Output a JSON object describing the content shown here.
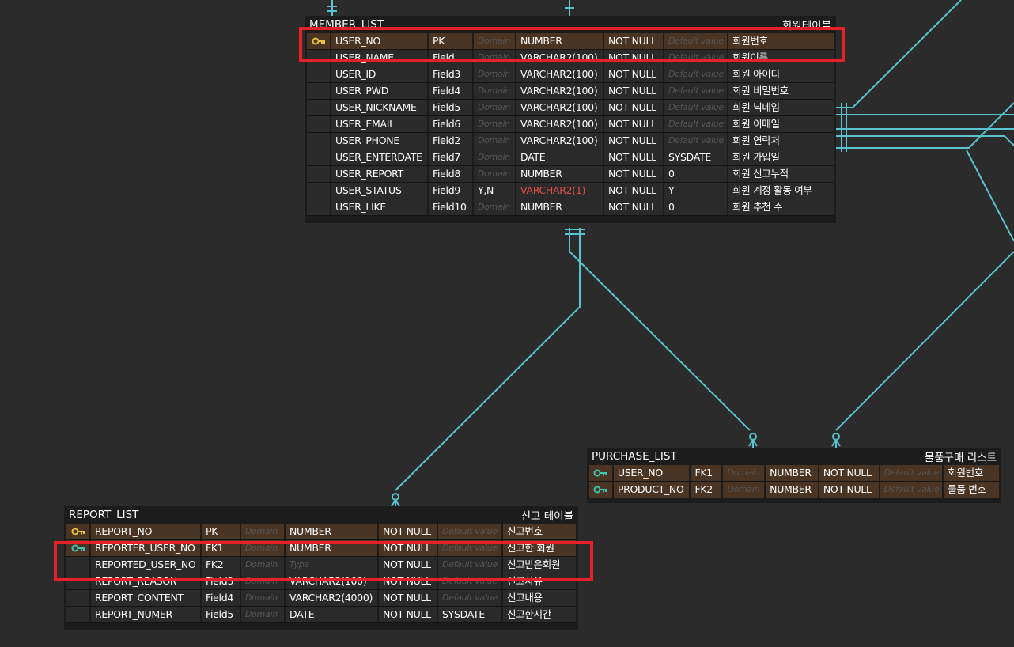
{
  "placeholders": {
    "domain": "Domain",
    "default": "Default value",
    "type": "Type"
  },
  "colors": {
    "connector": "#59c3cf",
    "highlight": "#e8202a",
    "pk_key": "#e8c23a",
    "fk_key": "#3fc6b0",
    "key_row": "#4a3525",
    "error_text": "#e05048"
  },
  "tables": {
    "member": {
      "name": "MEMBER_LIST",
      "comment": "회원테이블",
      "rows": [
        {
          "key": "pk-key-icon",
          "col": "USER_NO",
          "field": "PK",
          "domain": "",
          "type": "NUMBER",
          "nn": "NOT NULL",
          "def": "",
          "comment": "회원번호"
        },
        {
          "key": "",
          "col": "USER_NAME",
          "field": "Field",
          "domain": "",
          "type": "VARCHAR2(100)",
          "nn": "NOT NULL",
          "def": "",
          "comment": "회원이름"
        },
        {
          "key": "",
          "col": "USER_ID",
          "field": "Field3",
          "domain": "",
          "type": "VARCHAR2(100)",
          "nn": "NOT NULL",
          "def": "",
          "comment": "회원 아이디"
        },
        {
          "key": "",
          "col": "USER_PWD",
          "field": "Field4",
          "domain": "",
          "type": "VARCHAR2(100)",
          "nn": "NOT NULL",
          "def": "",
          "comment": "회원 비밀번호"
        },
        {
          "key": "",
          "col": "USER_NICKNAME",
          "field": "Field5",
          "domain": "",
          "type": "VARCHAR2(100)",
          "nn": "NOT NULL",
          "def": "",
          "comment": "회원 닉네임"
        },
        {
          "key": "",
          "col": "USER_EMAIL",
          "field": "Field6",
          "domain": "",
          "type": "VARCHAR2(100)",
          "nn": "NOT NULL",
          "def": "",
          "comment": "회원 이메일"
        },
        {
          "key": "",
          "col": "USER_PHONE",
          "field": "Field2",
          "domain": "",
          "type": "VARCHAR2(100)",
          "nn": "NOT NULL",
          "def": "",
          "comment": "회원 연락처"
        },
        {
          "key": "",
          "col": "USER_ENTERDATE",
          "field": "Field7",
          "domain": "",
          "type": "DATE",
          "nn": "NOT NULL",
          "def": "SYSDATE",
          "comment": "회원 가입일"
        },
        {
          "key": "",
          "col": "USER_REPORT",
          "field": "Field8",
          "domain": "",
          "type": "NUMBER",
          "nn": "NOT NULL",
          "def": "0",
          "comment": "회원 신고누적"
        },
        {
          "key": "",
          "col": "USER_STATUS",
          "field": "Field9",
          "domain": "Y,N",
          "type": "VARCHAR2(1)",
          "nn": "NOT NULL",
          "def": "Y",
          "comment": "회원 계정 활동 여부",
          "type_error": true
        },
        {
          "key": "",
          "col": "USER_LIKE",
          "field": "Field10",
          "domain": "",
          "type": "NUMBER",
          "nn": "NOT NULL",
          "def": "0",
          "comment": "회원 추천 수"
        }
      ]
    },
    "purchase": {
      "name": "PURCHASE_LIST",
      "comment": "물품구매 리스트",
      "rows": [
        {
          "key": "fk-key-icon",
          "col": "USER_NO",
          "field": "FK1",
          "domain": "",
          "type": "NUMBER",
          "nn": "NOT NULL",
          "def": "",
          "comment": "회원번호"
        },
        {
          "key": "fk-key-icon",
          "col": "PRODUCT_NO",
          "field": "FK2",
          "domain": "",
          "type": "NUMBER",
          "nn": "NOT NULL",
          "def": "",
          "comment": "물품 번호"
        }
      ]
    },
    "report": {
      "name": "REPORT_LIST",
      "comment": "신고 테이블",
      "rows": [
        {
          "key": "pk-key-icon",
          "col": "REPORT_NO",
          "field": "PK",
          "domain": "",
          "type": "NUMBER",
          "nn": "NOT NULL",
          "def": "",
          "comment": "신고번호"
        },
        {
          "key": "fk-key-icon",
          "col": "REPORTER_USER_NO",
          "field": "FK1",
          "domain": "",
          "type": "NUMBER",
          "nn": "NOT NULL",
          "def": "",
          "comment": "신고한 회원"
        },
        {
          "key": "",
          "col": "REPORTED_USER_NO",
          "field": "FK2",
          "domain": "",
          "type": "",
          "nn": "NOT NULL",
          "def": "",
          "comment": "신고받은회원"
        },
        {
          "key": "",
          "col": "REPORT_REASON",
          "field": "Field3",
          "domain": "",
          "type": "VARCHAR2(100)",
          "nn": "NOT NULL",
          "def": "",
          "comment": "신고사유"
        },
        {
          "key": "",
          "col": "REPORT_CONTENT",
          "field": "Field4",
          "domain": "",
          "type": "VARCHAR2(4000)",
          "nn": "NOT NULL",
          "def": "",
          "comment": "신고내용"
        },
        {
          "key": "",
          "col": "REPORT_NUMER",
          "field": "Field5",
          "domain": "",
          "type": "DATE",
          "nn": "NOT NULL",
          "def": "SYSDATE",
          "comment": "신고한시간"
        }
      ]
    }
  }
}
